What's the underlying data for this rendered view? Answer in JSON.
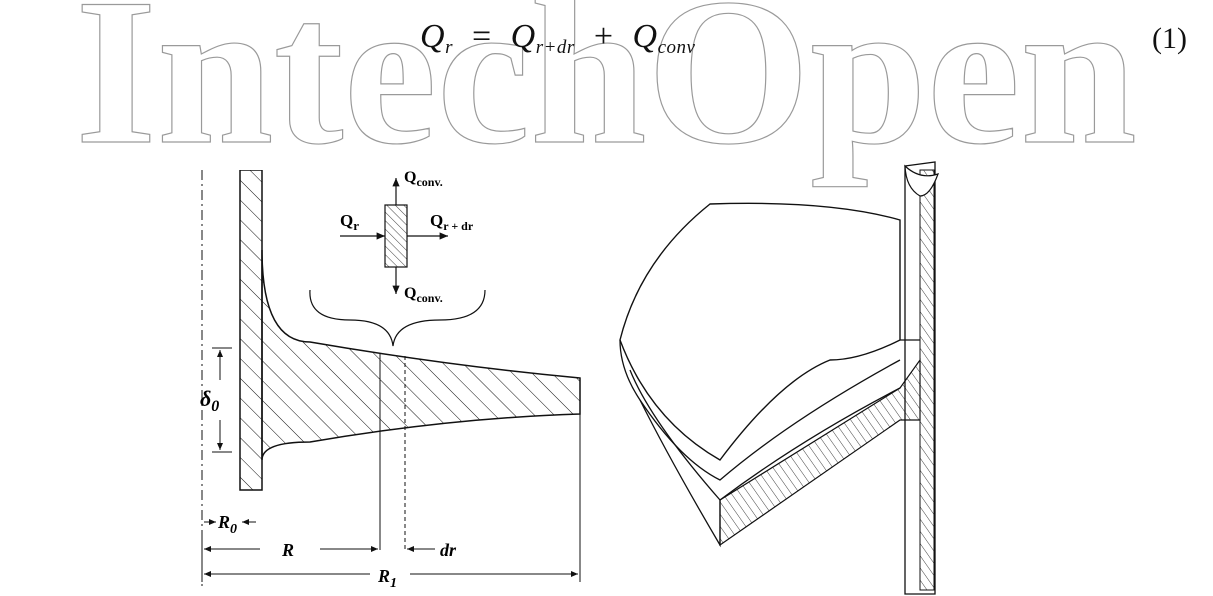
{
  "watermark": {
    "text": "IntechOpen"
  },
  "equation": {
    "lhs_symbol": "Q",
    "lhs_sub": "r",
    "equals": "=",
    "term1_symbol": "Q",
    "term1_sub": "r+dr",
    "plus": "+",
    "term2_symbol": "Q",
    "term2_sub": "conv",
    "number": "(1)"
  },
  "left_figure": {
    "q_conv_top": "Q",
    "q_conv_top_sub": "conv.",
    "q_r": "Q",
    "q_r_sub": "r",
    "q_r_dr": "Q",
    "q_r_dr_sub": "r + dr",
    "q_conv_bottom": "Q",
    "q_conv_bottom_sub": "conv.",
    "delta_symbol": "δ",
    "delta_sub": "0",
    "r0_symbol": "R",
    "r0_sub": "0",
    "r_label": "R",
    "dr_label": "dr",
    "r1_symbol": "R",
    "r1_sub": "1"
  },
  "colors": {
    "ink": "#111111",
    "watermark": "#9a9a9a"
  }
}
